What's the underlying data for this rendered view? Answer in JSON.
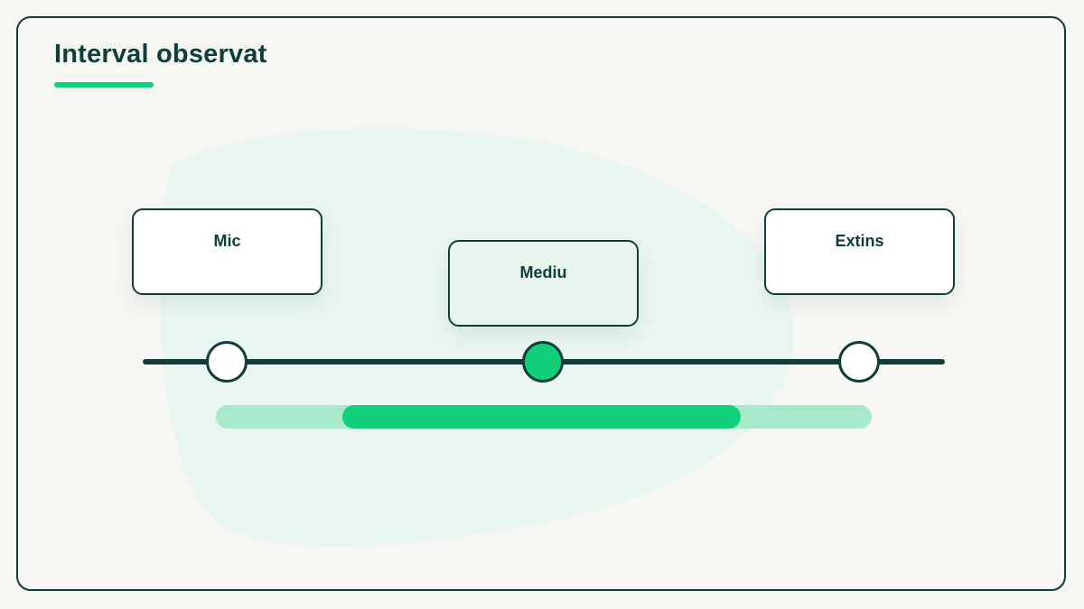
{
  "title": "Interval observat",
  "levels": [
    {
      "label": "Mic",
      "selected": false
    },
    {
      "label": "Mediu",
      "selected": true
    },
    {
      "label": "Extins",
      "selected": false
    }
  ],
  "range_bar": {
    "observed_start_fraction": 0.19,
    "observed_end_fraction": 0.8
  },
  "colors": {
    "accent": "#12cf7a",
    "accent_light": "#a8e8cb",
    "dark": "#0f3d3a",
    "background": "#f6f6f2",
    "blob": "#e8f5ef"
  }
}
